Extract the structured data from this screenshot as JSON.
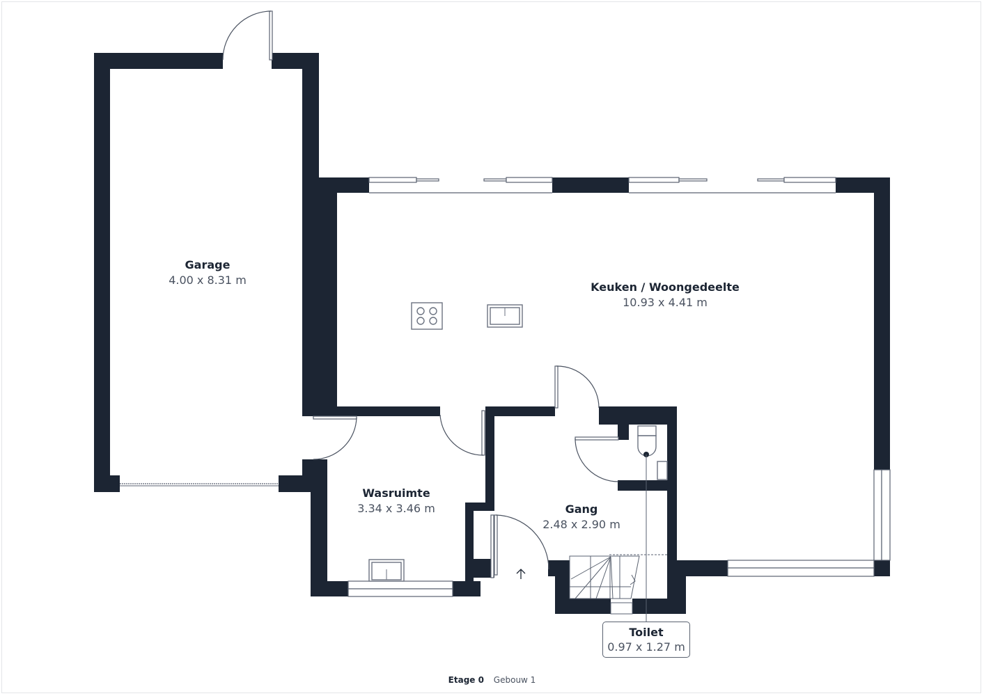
{
  "rooms": [
    {
      "name": "Garage",
      "dims": "4.00 x 8.31 m"
    },
    {
      "name": "Keuken / Woongedeelte",
      "dims": "10.93 x 4.41 m"
    },
    {
      "name": "Wasruimte",
      "dims": "3.34 x 3.46 m"
    },
    {
      "name": "Gang",
      "dims": "2.48 x 2.90 m"
    },
    {
      "name": "Toilet",
      "dims": "0.97 x 1.27 m"
    }
  ],
  "footer": {
    "floor": "Etage 0",
    "building": "Gebouw 1"
  },
  "colors": {
    "wall": "#1c2533",
    "line": "#5a6270"
  },
  "icons": [
    "hob-icon",
    "sink-icon",
    "toilet-icon",
    "entrance-arrow-icon",
    "stairs-icon"
  ]
}
